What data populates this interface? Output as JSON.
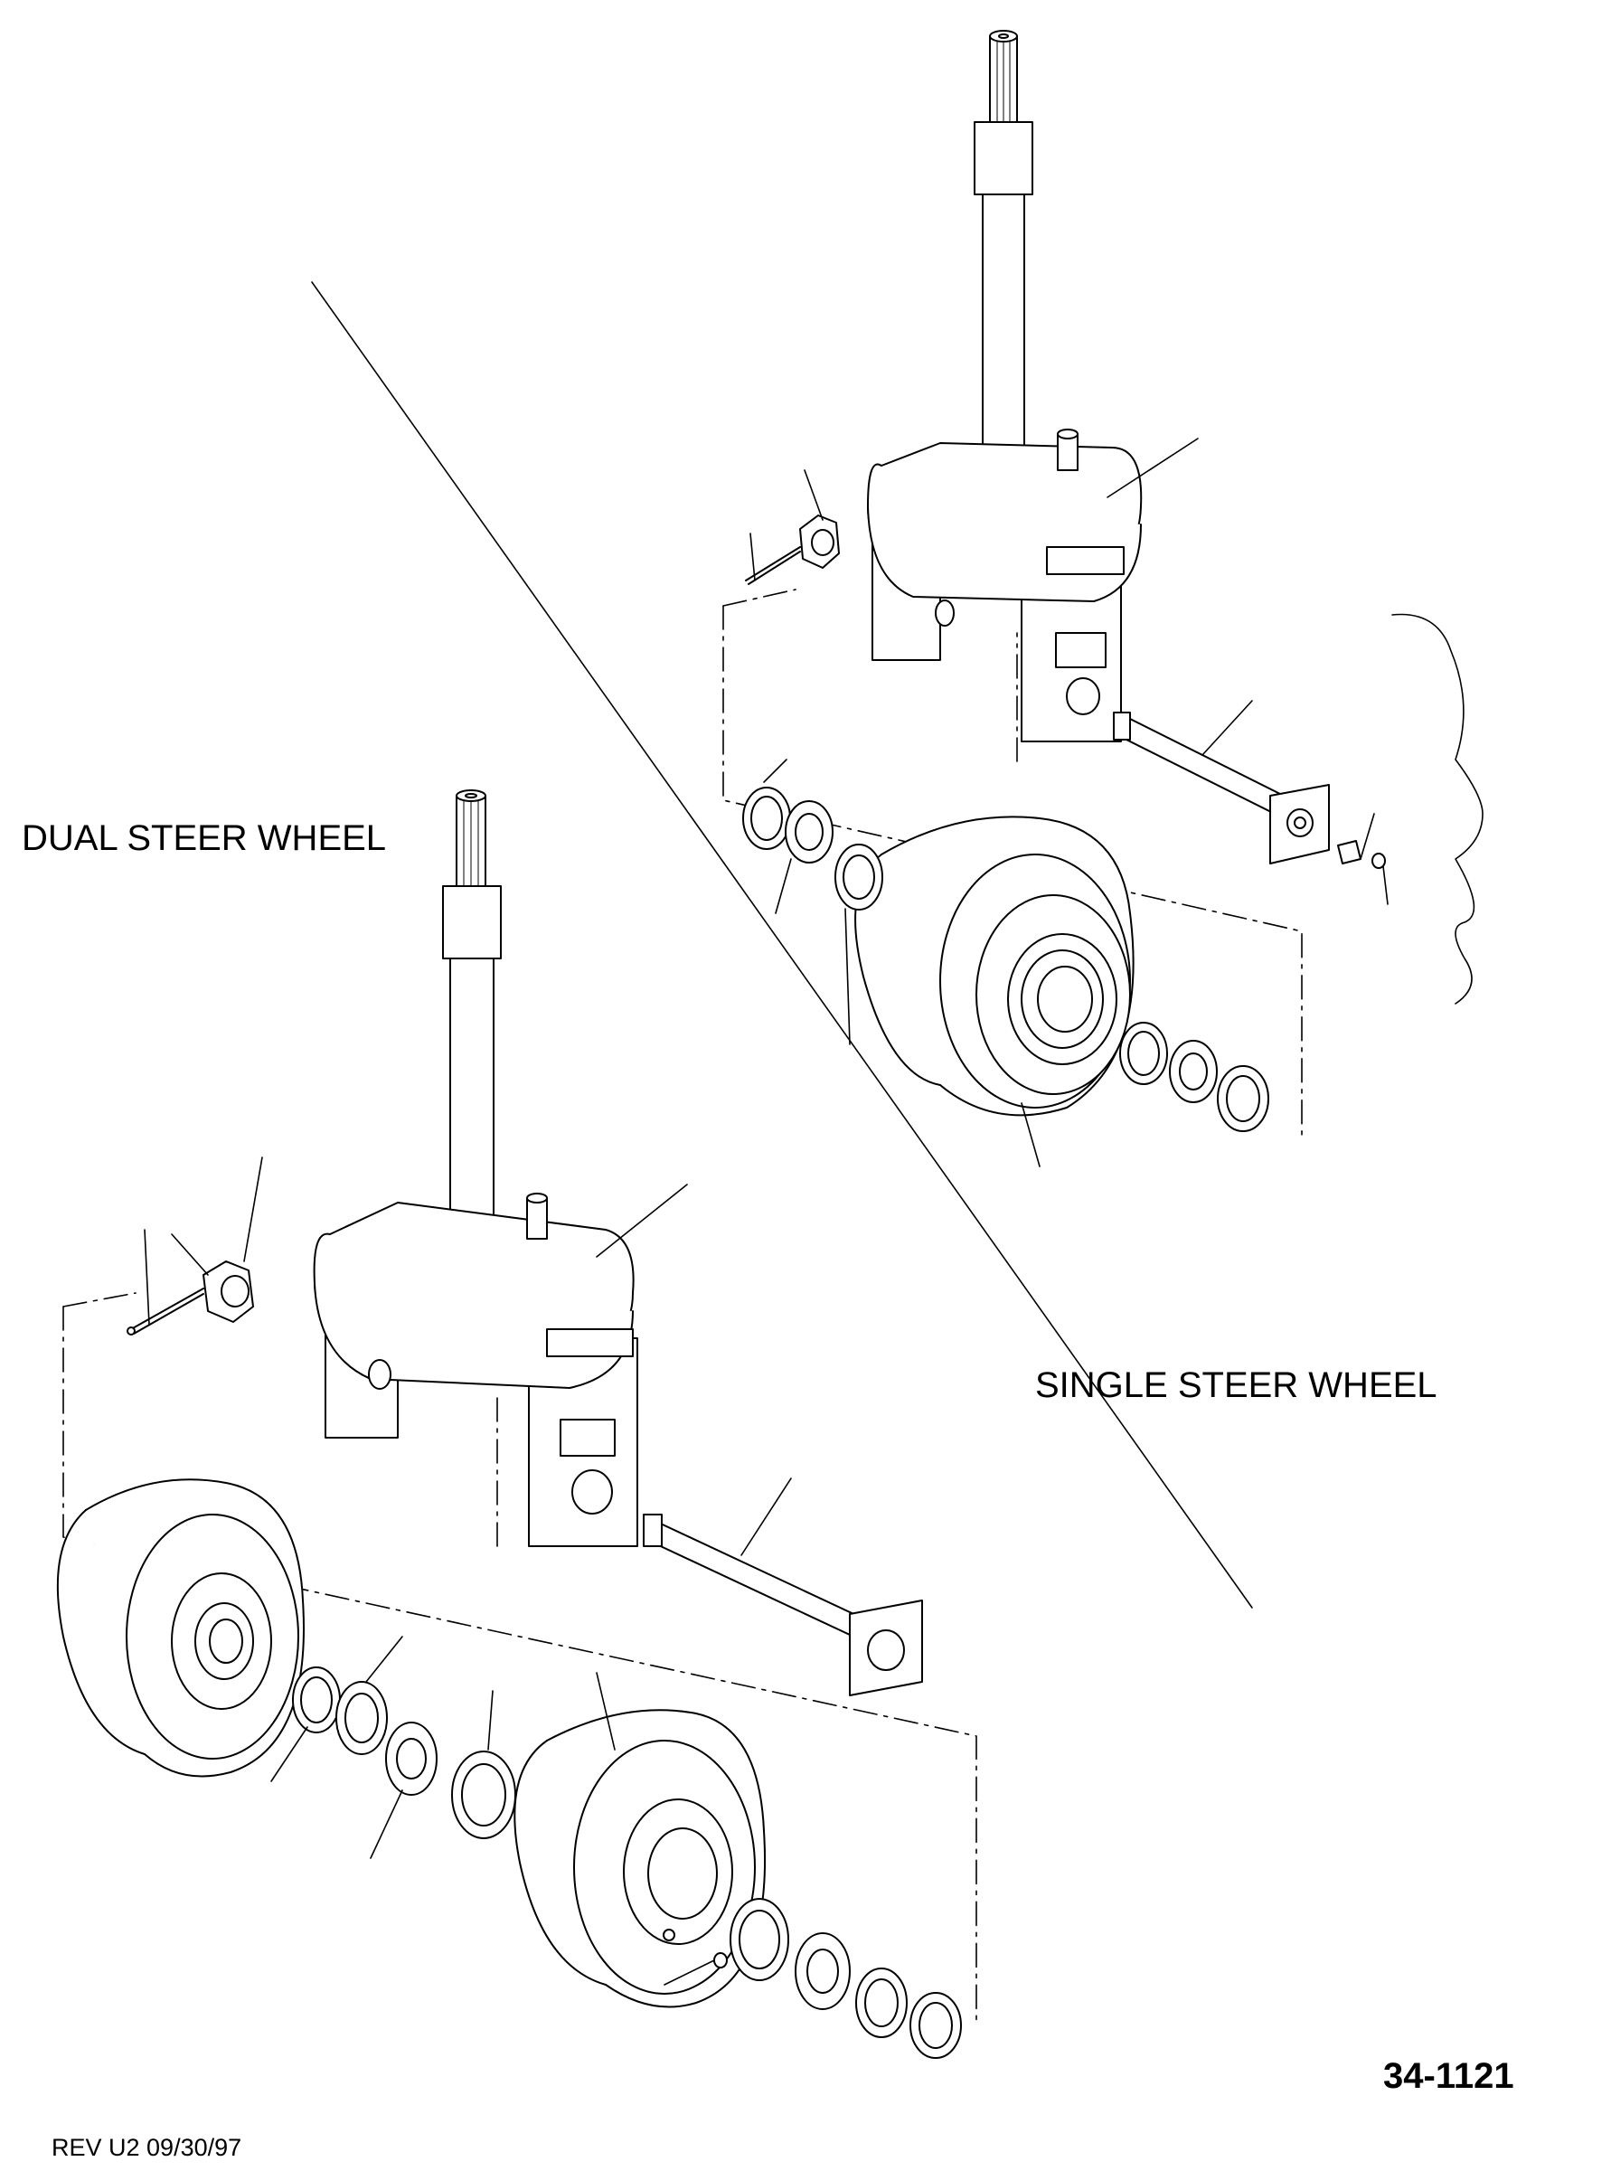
{
  "labels": {
    "dual": "DUAL STEER WHEEL",
    "single": "SINGLE STEER WHEEL"
  },
  "drawing_number": "34-1121",
  "revision": "REV U2 09/30/97",
  "colors": {
    "ink": "#000000",
    "paper": "#ffffff"
  }
}
